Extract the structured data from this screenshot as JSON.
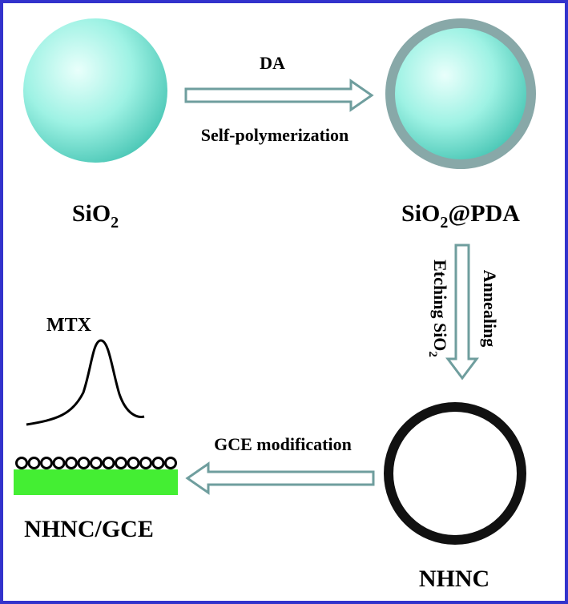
{
  "colors": {
    "frame": "#3333cc",
    "sphere_light": "#e9fffb",
    "sphere_mid": "#9ef2e4",
    "sphere_dark": "#4fc9b8",
    "pda_shell": "#88a8a8",
    "arrow_stroke": "#6f9e9e",
    "nhnc_ring": "#111111",
    "electrode": "#44ee33"
  },
  "labels": {
    "sio2": "SiO",
    "sio2_sub": "2",
    "sio2_pda_pre": "SiO",
    "sio2_pda_sub": "2",
    "sio2_pda_post": "@PDA",
    "nhnc": "NHNC",
    "nhnc_gce": "NHNC/GCE",
    "mtx": "MTX"
  },
  "arrows": {
    "step1_top": "DA",
    "step1_bottom": "Self-polymerization",
    "step2_annealing": "Annealing",
    "step2_etching": "Etching SiO",
    "step2_etching_sub": "2",
    "step3": "GCE modification"
  },
  "icons": {
    "sio2_sphere": "sphere",
    "pda_sphere": "coated-sphere",
    "nhnc_ring": "hollow-ring",
    "peak": "gaussian-peak",
    "electrode": "electrode-bar"
  }
}
